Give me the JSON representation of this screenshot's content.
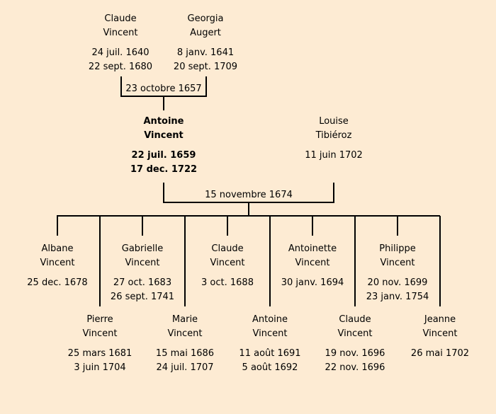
{
  "tree": {
    "parents": [
      {
        "id": "p-claude",
        "first": "Claude",
        "last": "Vincent",
        "birth": "24 juil. 1640",
        "death": "22 sept. 1680"
      },
      {
        "id": "p-georgia",
        "first": "Georgia",
        "last": "Augert",
        "birth": "8 janv. 1641",
        "death": "20 sept. 1709"
      }
    ],
    "parents_marriage": "23 octobre 1657",
    "subject": {
      "first": "Antoine",
      "last": "Vincent",
      "birth": "22 juil. 1659",
      "death": "17 dec. 1722"
    },
    "spouse": {
      "first": "Louise",
      "last": "Tibiéroz",
      "birth": "11 juin 1702",
      "death": ""
    },
    "marriage": "15 novembre 1674",
    "children": [
      {
        "first": "Albane",
        "last": "Vincent",
        "birth": "25 dec. 1678",
        "death": ""
      },
      {
        "first": "Pierre",
        "last": "Vincent",
        "birth": "25 mars 1681",
        "death": "3 juin 1704"
      },
      {
        "first": "Gabrielle",
        "last": "Vincent",
        "birth": "27 oct. 1683",
        "death": "26 sept. 1741"
      },
      {
        "first": "Marie",
        "last": "Vincent",
        "birth": "15 mai 1686",
        "death": "24 juil. 1707"
      },
      {
        "first": "Claude",
        "last": "Vincent",
        "birth": "3 oct. 1688",
        "death": ""
      },
      {
        "first": "Antoine",
        "last": "Vincent",
        "birth": "11 août 1691",
        "death": "5 août 1692"
      },
      {
        "first": "Antoinette",
        "last": "Vincent",
        "birth": "30 janv. 1694",
        "death": ""
      },
      {
        "first": "Claude",
        "last": "Vincent",
        "birth": "19 nov. 1696",
        "death": "22 nov. 1696"
      },
      {
        "first": "Philippe",
        "last": "Vincent",
        "birth": "20 nov. 1699",
        "death": "23 janv. 1754"
      },
      {
        "first": "Jeanne",
        "last": "Vincent",
        "birth": "26 mai 1702",
        "death": ""
      }
    ]
  },
  "colors": {
    "background": "#fdebd3",
    "line": "#000000",
    "text": "#000000"
  }
}
